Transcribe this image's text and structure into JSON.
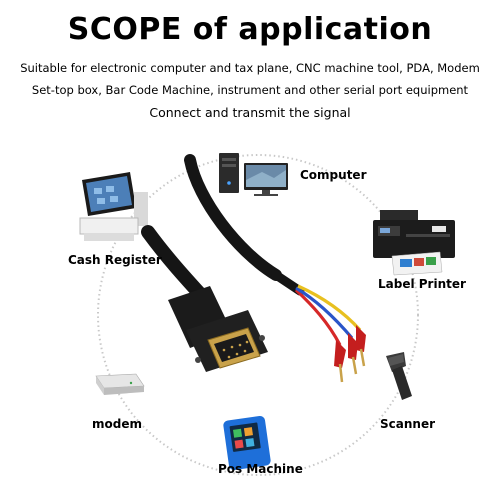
{
  "header": {
    "title": "SCOPE of application",
    "line1": "Suitable for electronic computer and tax plane, CNC machine tool, PDA, Modem",
    "line2": "Set-top box, Bar Code Machine, instrument and other serial port equipment",
    "line3": "Connect and transmit the signal"
  },
  "devices": {
    "computer": "Computer",
    "cash_register": "Cash Register",
    "label_printer": "Label Printer",
    "modem": "modem",
    "scanner": "Scanner",
    "pos_machine": "Pos Machine"
  },
  "colors": {
    "background": "#ffffff",
    "circle": "#c8c8c8",
    "cable": "#151515",
    "wire_red": "#d62828",
    "wire_blue": "#2a55c8",
    "wire_yellow": "#e8c020",
    "connector_gold": "#c9a24a",
    "pos_blue": "#1e6fd9"
  }
}
